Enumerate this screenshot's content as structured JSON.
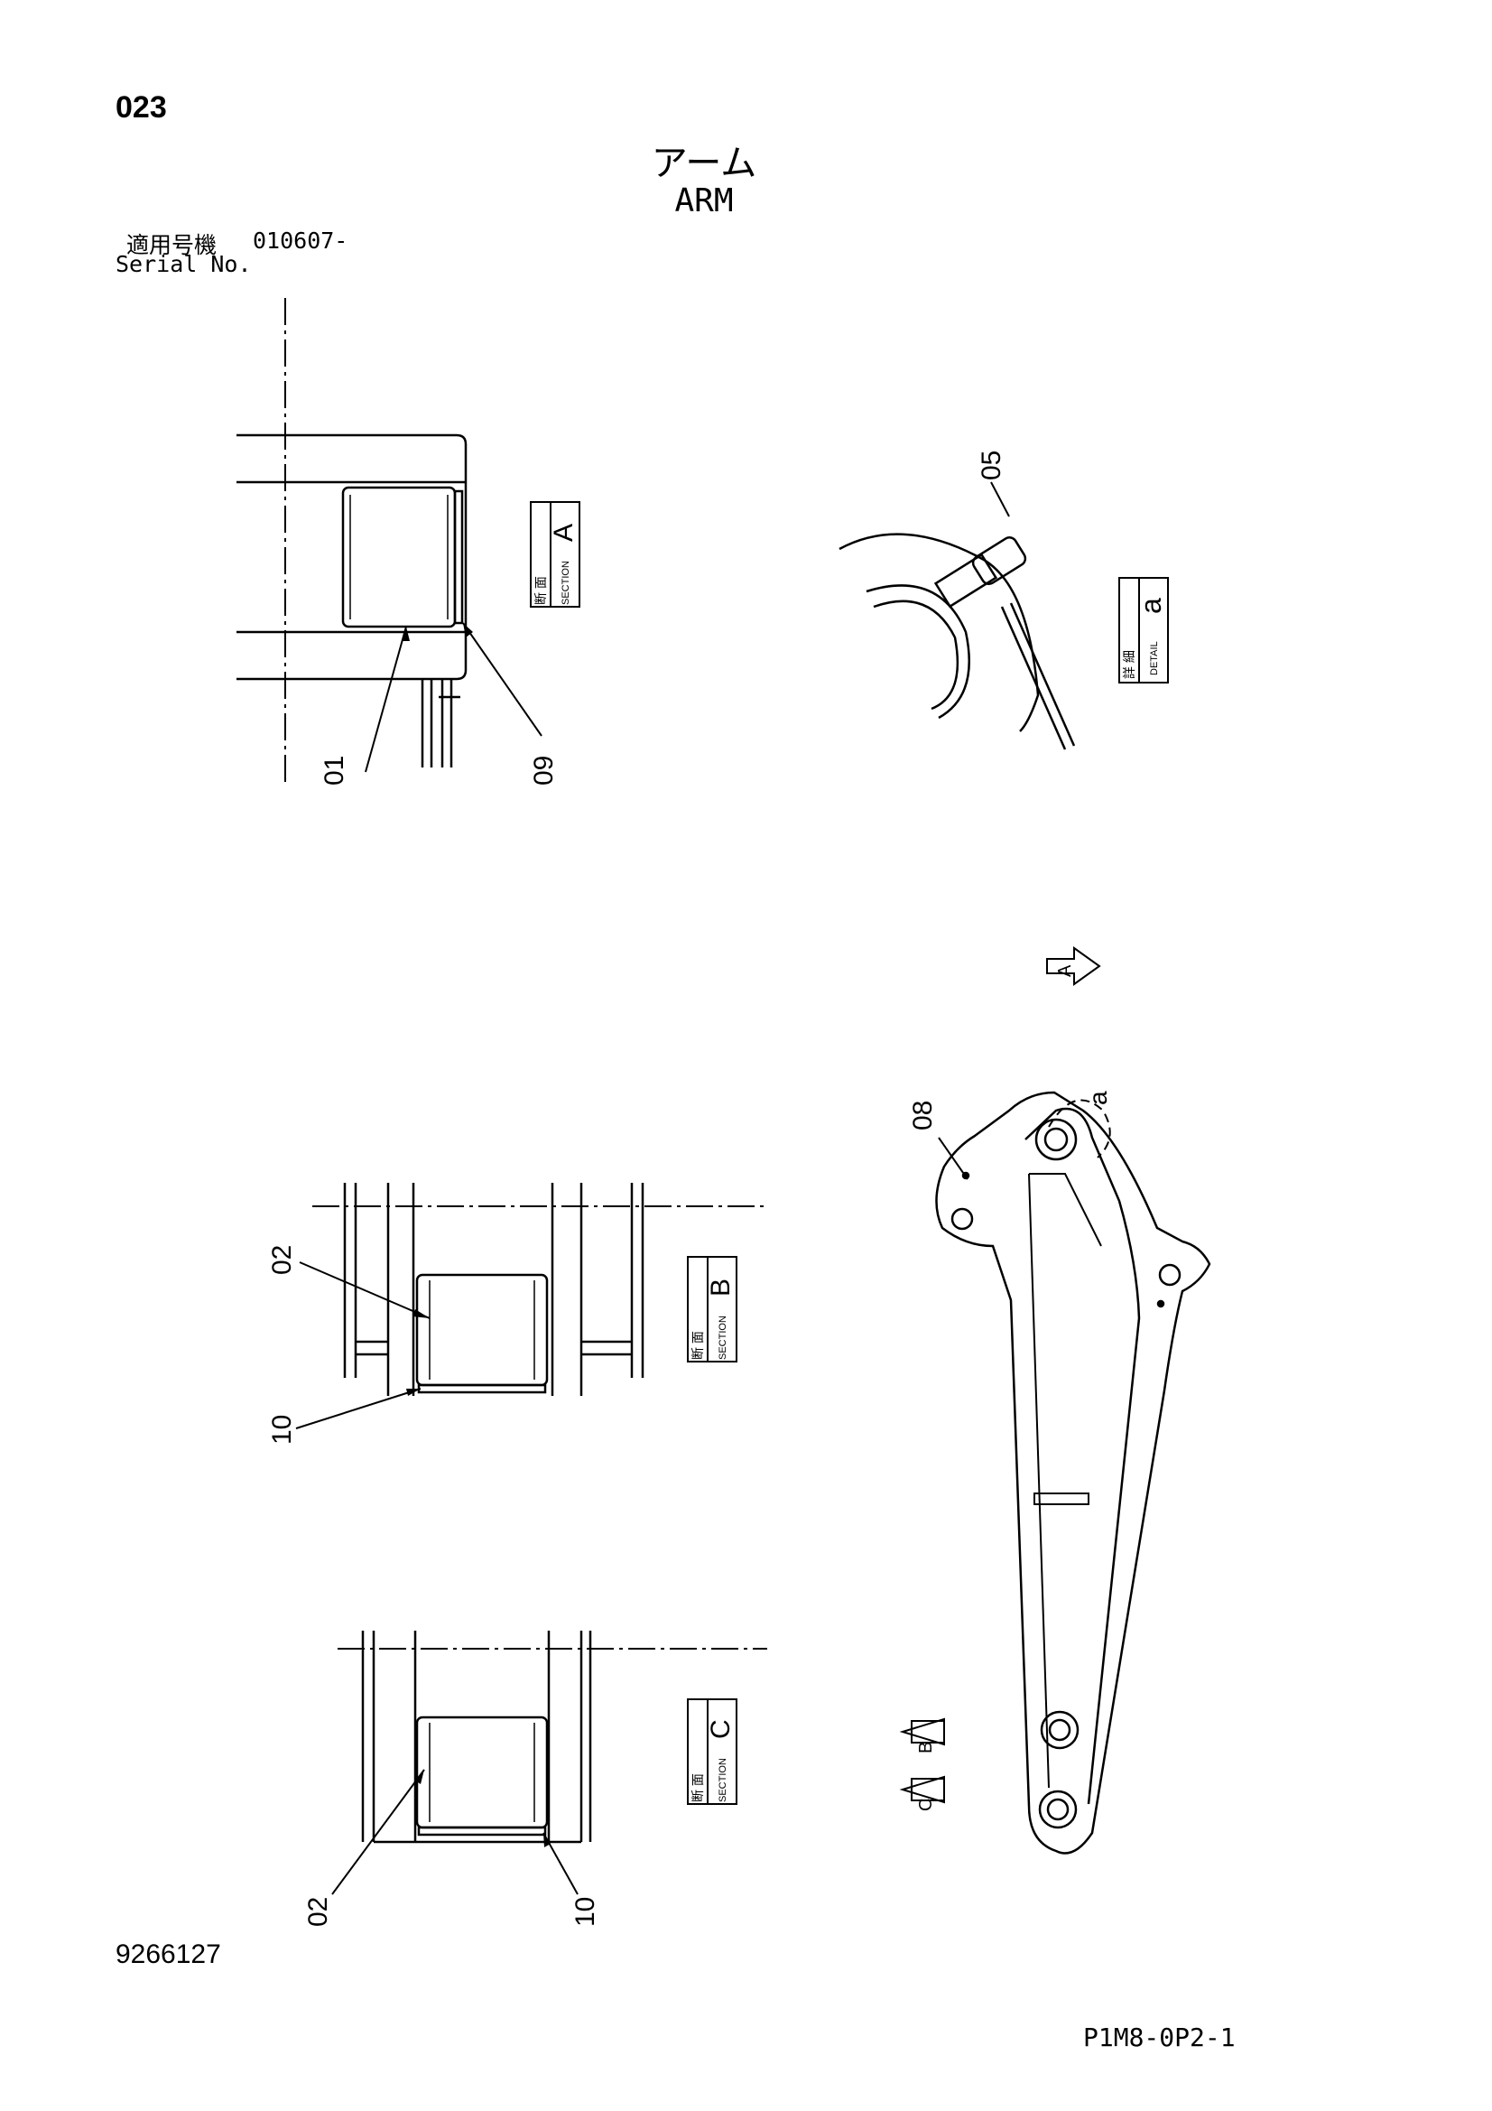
{
  "header": {
    "page_number": "023",
    "title_jp": "アーム",
    "title_en": "ARM",
    "serial_label_jp": "適用号機",
    "serial_value": "010607-",
    "serial_label_en": "Serial No."
  },
  "footer": {
    "document_id": "9266127",
    "page_code": "P1M8-0P2-1"
  },
  "views": {
    "section_a": {
      "word_jp": "断 面",
      "word_en": "SECTION",
      "letter": "A"
    },
    "detail_a": {
      "word_jp": "詳 細",
      "word_en": "DETAIL",
      "letter": "a"
    },
    "section_b": {
      "word_jp": "断 面",
      "word_en": "SECTION",
      "letter": "B"
    },
    "section_c": {
      "word_jp": "断 面",
      "word_en": "SECTION",
      "letter": "C"
    }
  },
  "callouts": {
    "a_01": "01",
    "a_09": "09",
    "d_05": "05",
    "b_02": "02",
    "b_10": "10",
    "c_02": "02",
    "c_10": "10",
    "arm_08": "08",
    "arm_a": "a"
  },
  "view_arrows": {
    "arrow_a": "A",
    "arrow_b": "B",
    "arrow_c": "C"
  }
}
